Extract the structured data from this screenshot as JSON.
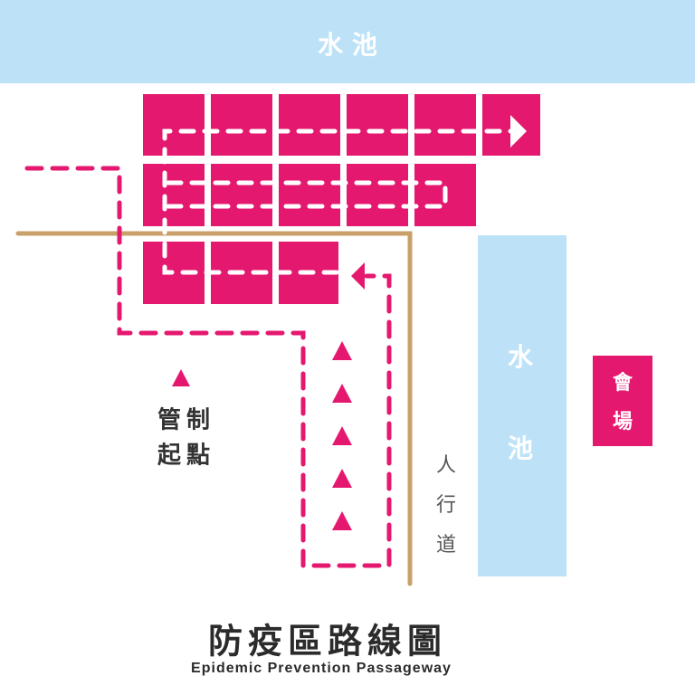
{
  "labels": {
    "pool_top": "水 池",
    "pool_right_1": "水",
    "pool_right_2": "池",
    "venue_1": "會",
    "venue_2": "場",
    "sidewalk": [
      "人",
      "行",
      "道"
    ],
    "control_line1": "管制",
    "control_line2": "起點"
  },
  "title": "防疫區路線圖",
  "subtitle": "Epidemic Prevention Passageway",
  "colors": {
    "magenta": "#e5186f",
    "water": "#bde2f7",
    "path": "#c9a06a"
  }
}
